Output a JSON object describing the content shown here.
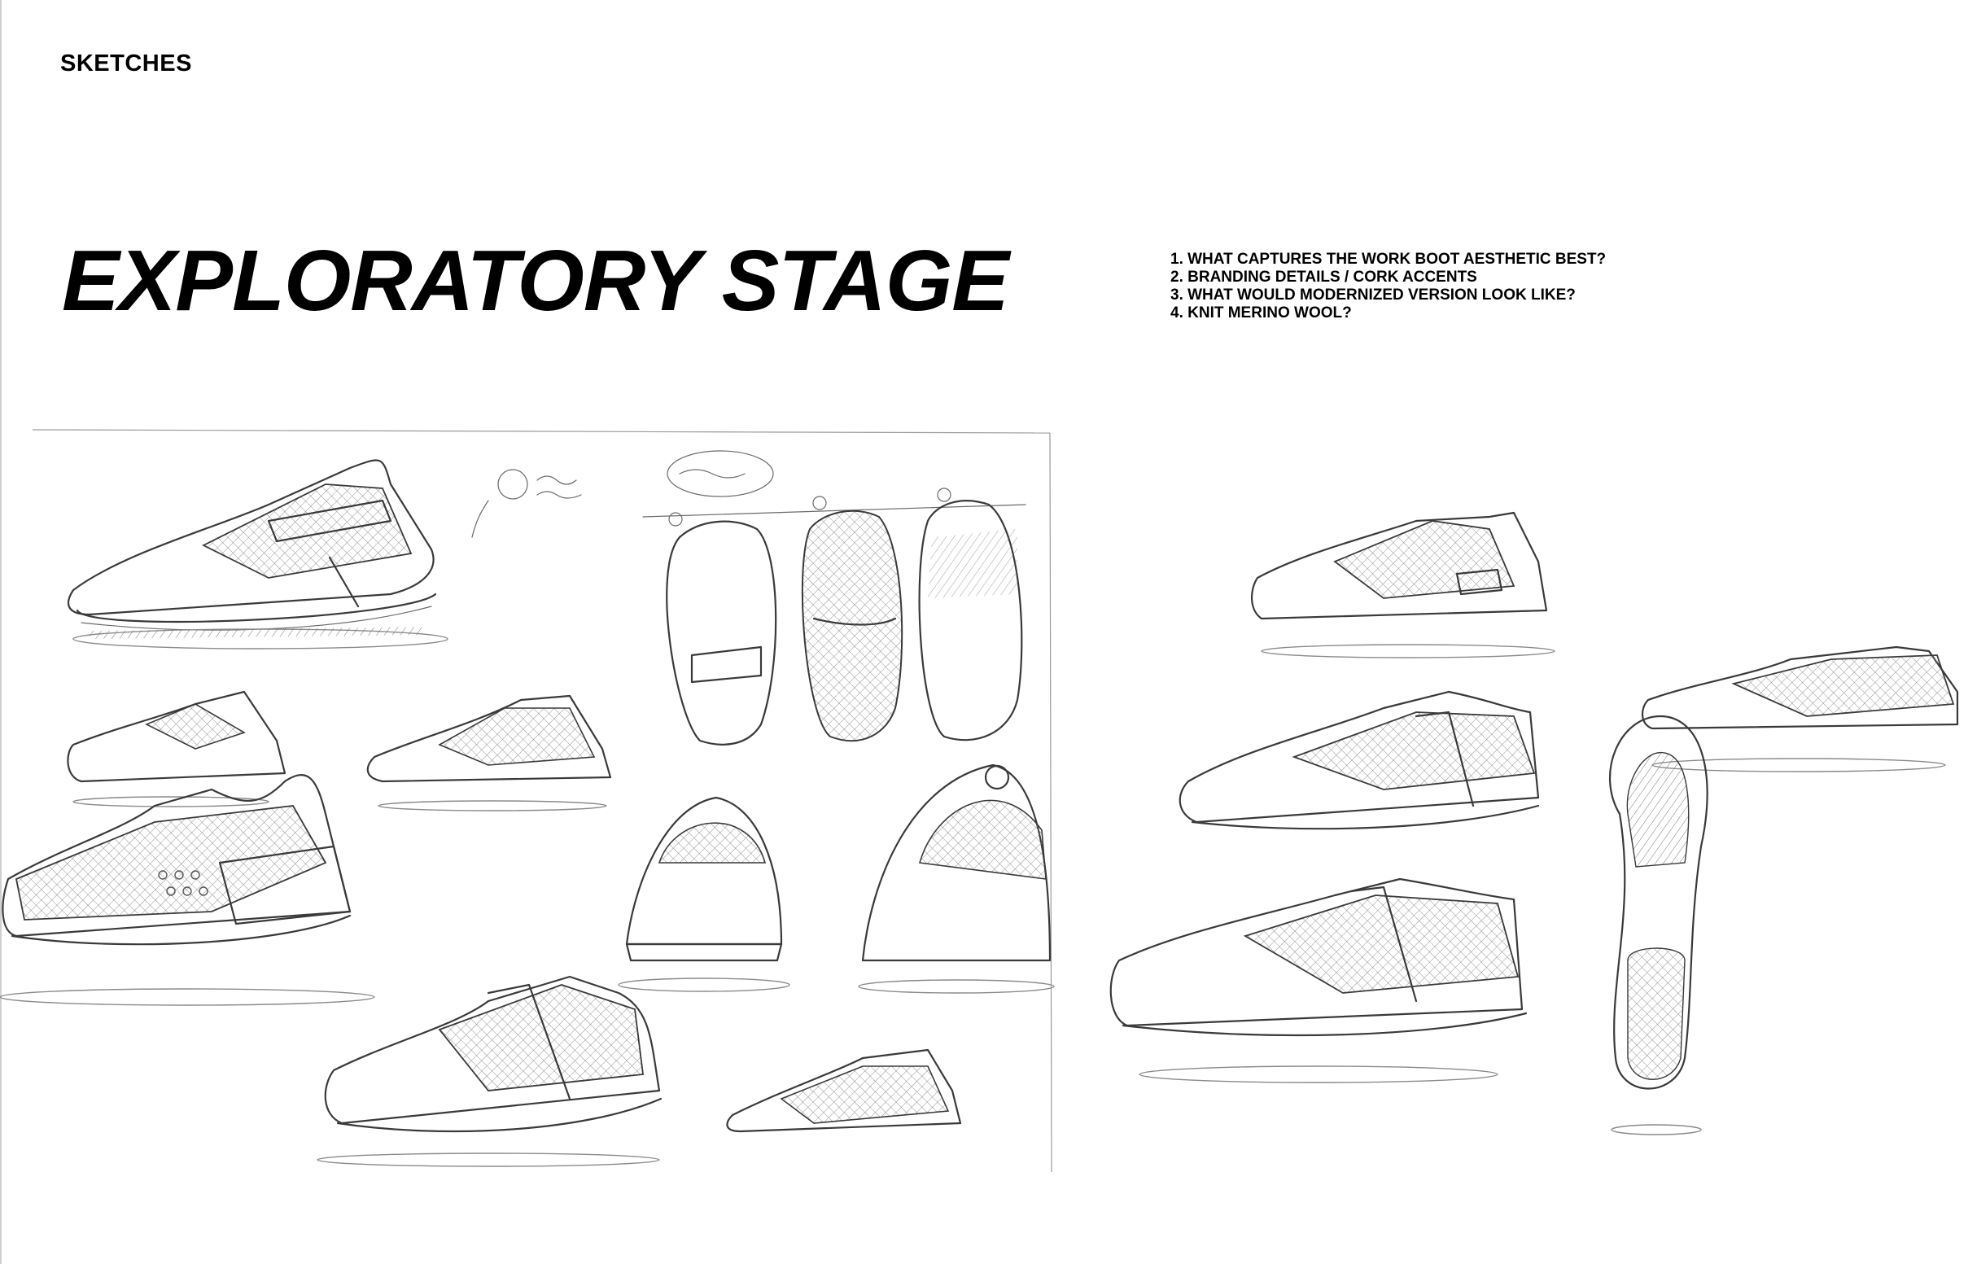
{
  "header": {
    "section_label": "SKETCHES"
  },
  "title": {
    "text": "EXPLORATORY STAGE"
  },
  "questions": [
    "1. WHAT CAPTURES THE WORK BOOT AESTHETIC BEST?",
    "2. BRANDING DETAILS / CORK ACCENTS",
    "3. WHAT WOULD MODERNIZED VERSION LOOK LIKE?",
    "4. KNIT MERINO WOOL?"
  ],
  "sketches": {
    "icon": "pencil-shoe-sketch",
    "stroke_color": "#3a3a3a"
  }
}
